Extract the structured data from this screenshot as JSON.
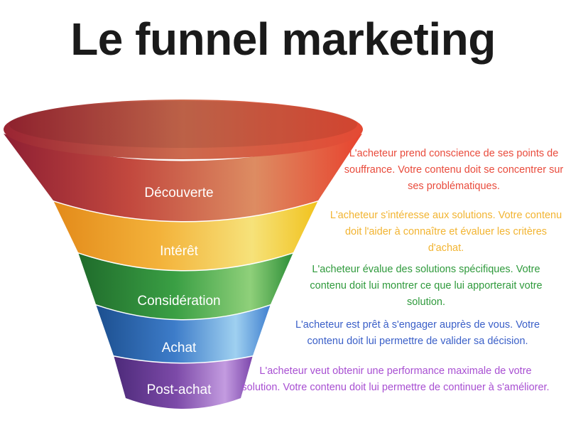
{
  "title": "Le funnel marketing",
  "stages": [
    {
      "label": "Découverte",
      "description": "L'acheteur prend conscience de ses points de souffrance. Votre contenu doit se concentrer sur ses problématiques.",
      "color": "#e94b3c"
    },
    {
      "label": "Intérêt",
      "description": "L'acheteur s'intéresse aux solutions. Votre contenu doit l'aider à connaître et évaluer les critères d'achat.",
      "color": "#f2b431"
    },
    {
      "label": "Considération",
      "description": "L'acheteur évalue des solutions spécifiques. Votre contenu doit lui montrer ce que lui apporterait votre solution.",
      "color": "#2f9a3c"
    },
    {
      "label": "Achat",
      "description": "L'acheteur est prêt à s'engager auprès de vous. Votre contenu doit lui permettre de valider sa décision.",
      "color": "#3a5fc8"
    },
    {
      "label": "Post-achat",
      "description": "L'acheteur veut obtenir une performance maximale de votre solution. Votre contenu doit lui permettre de continuer à s'améliorer.",
      "color": "#a84fd2"
    }
  ]
}
